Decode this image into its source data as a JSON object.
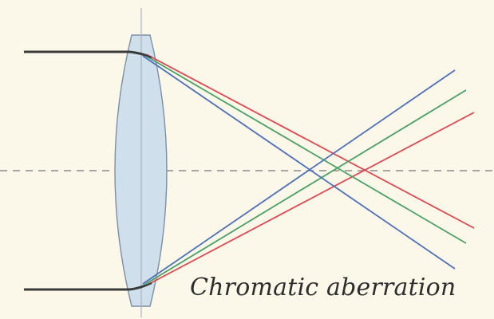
{
  "caption": "Chromatic aberration",
  "colors": {
    "background": "#fbf8e9",
    "lens_fill": "#cfdfec",
    "lens_stroke": "#7c8fa6",
    "axis": "#8a8a8a",
    "incoming_ray": "#3a3a3a",
    "red": "#e0474f",
    "green": "#4aa067",
    "blue": "#4d6fba"
  },
  "diagram": {
    "lens": {
      "shape": "biconvex"
    },
    "optical_axis": {
      "style": "dashed"
    },
    "rays": [
      {
        "name": "red",
        "focus_order": 3
      },
      {
        "name": "green",
        "focus_order": 2
      },
      {
        "name": "blue",
        "focus_order": 1
      }
    ]
  }
}
